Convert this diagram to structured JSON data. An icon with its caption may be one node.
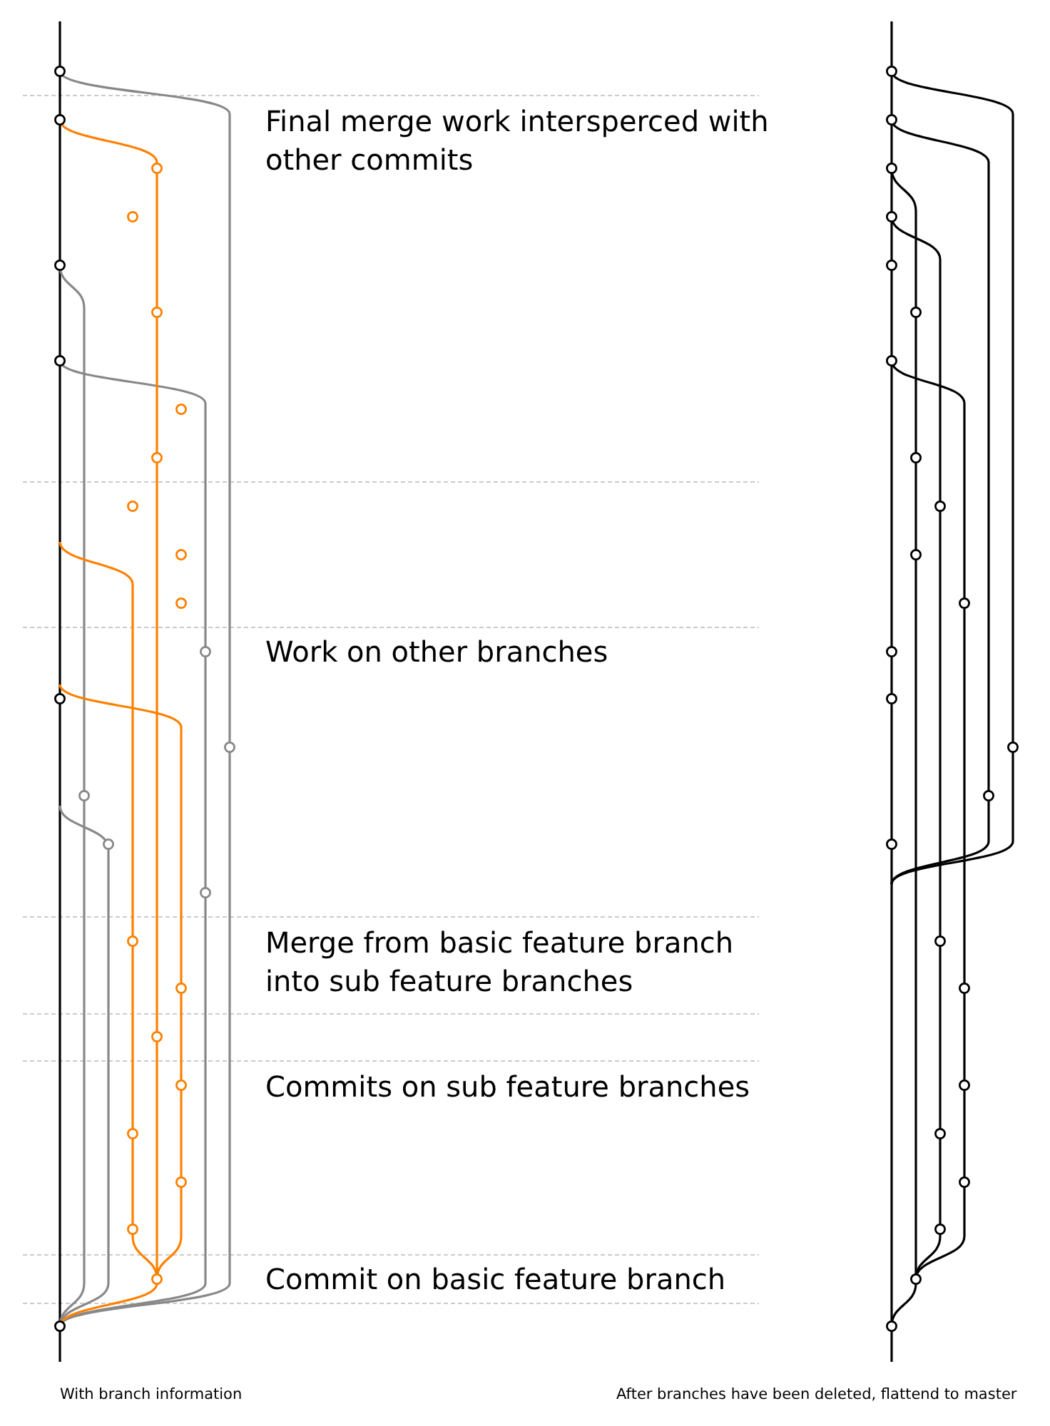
{
  "diagram": {
    "labels": [
      "Final merge work intersperced with other commits",
      "Work on other branches",
      "Merge from basic feature branch into sub feature branches",
      "Commits on sub feature branches",
      "Commit on basic feature branch",
      "With branch information",
      "After branches have been deleted, flattend to master"
    ]
  }
}
